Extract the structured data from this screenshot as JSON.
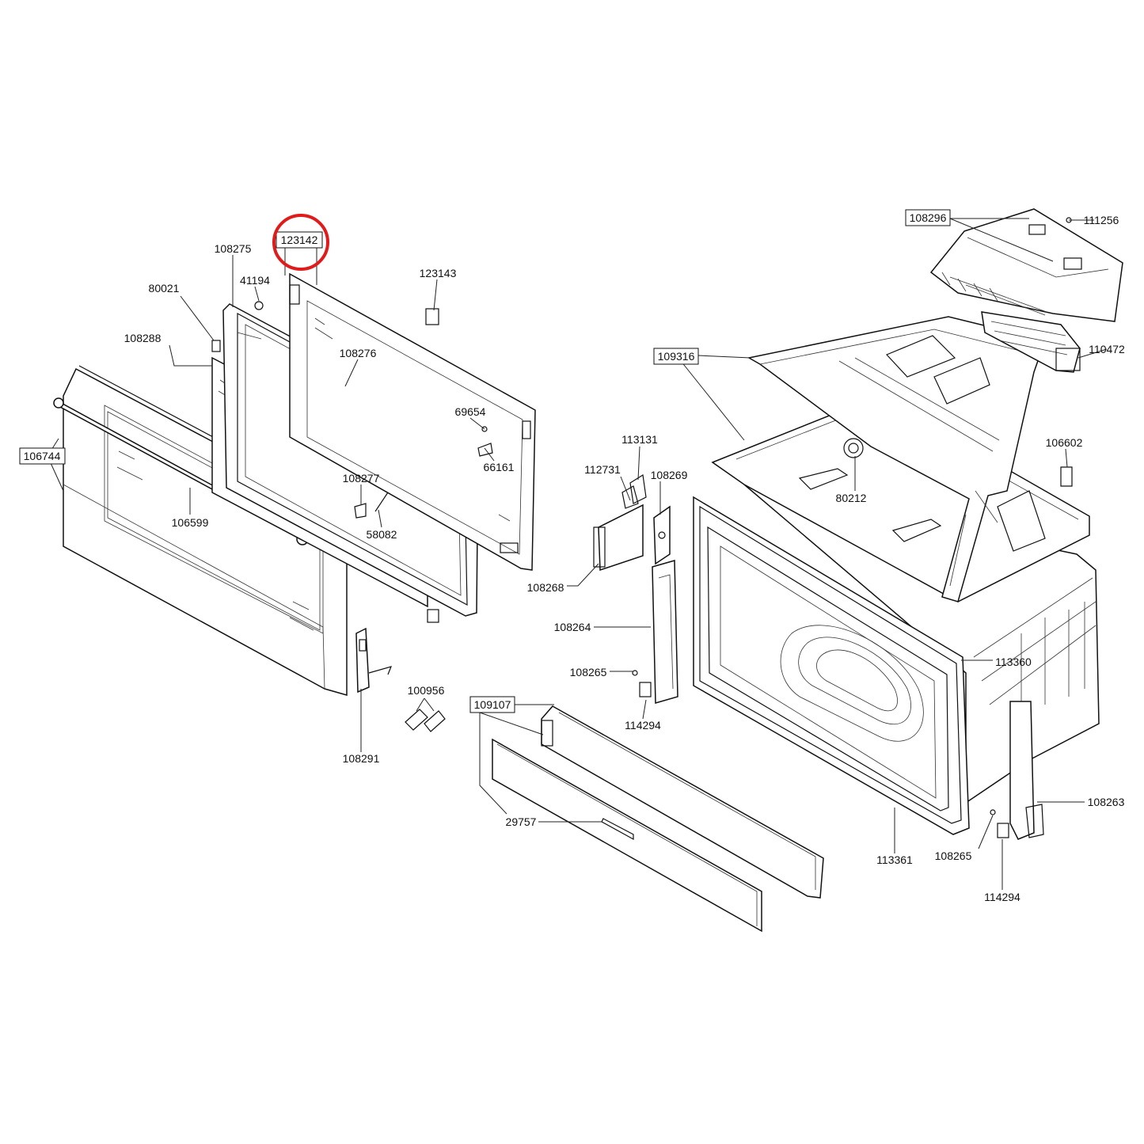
{
  "highlight_color": "#e01b1b",
  "labels": {
    "p123142": "123142",
    "p108275": "108275",
    "p41194": "41194",
    "p80021": "80021",
    "p123143": "123143",
    "p108288": "108288",
    "p108276": "108276",
    "p69654": "69654",
    "p66161": "66161",
    "p106744": "106744",
    "p108277": "108277",
    "p106599": "106599",
    "p58082": "58082",
    "p100956": "100956",
    "p108291": "108291",
    "p108296": "108296",
    "p111256": "111256",
    "p110472": "110472",
    "p109316": "109316",
    "p113131": "113131",
    "p112731": "112731",
    "p108269": "108269",
    "p106602": "106602",
    "p80212": "80212",
    "p108268": "108268",
    "p108264": "108264",
    "p108265a": "108265",
    "p114294a": "114294",
    "p113360": "113360",
    "p109107": "109107",
    "p29757": "29757",
    "p113361": "113361",
    "p108265b": "108265",
    "p108263": "108263",
    "p114294b": "114294"
  }
}
